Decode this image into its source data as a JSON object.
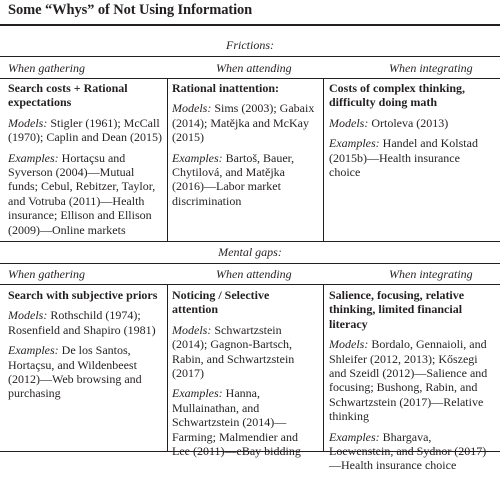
{
  "title": "Some “Whys” of Not Using Information",
  "sections": [
    {
      "heading": "Frictions:",
      "columns": [
        "When gathering",
        "When attending",
        "When integrating"
      ],
      "cells": [
        {
          "head": "Search costs + Rational expectations",
          "models_label": "Models:",
          "models": "Stigler (1961); McCall (1970); Caplin and Dean (2015)",
          "examples_label": "Examples:",
          "examples": "Hortaçsu and Syverson (2004)—Mutual funds; Cebul, Rebitzer, Taylor, and Votruba (2011)—Health insurance; Ellison and Ellison (2009)—Online markets"
        },
        {
          "head": "Rational inattention:",
          "models_label": "Models:",
          "models": "Sims (2003); Gabaix (2014); Matějka and McKay (2015)",
          "examples_label": "Examples:",
          "examples": "Bartoš, Bauer, Chytilová, and Matějka (2016)—Labor market discrimination"
        },
        {
          "head": "Costs of complex thinking, difficulty doing math",
          "models_label": "Models:",
          "models": "Ortoleva (2013)",
          "examples_label": "Examples:",
          "examples": "Handel and Kolstad (2015b)—Health insurance choice"
        }
      ]
    },
    {
      "heading": "Mental gaps:",
      "columns": [
        "When gathering",
        "When attending",
        "When integrating"
      ],
      "cells": [
        {
          "head": "Search with subjective priors",
          "models_label": "Models:",
          "models": "Rothschild (1974); Rosenfield and Shapiro (1981)",
          "examples_label": "Examples:",
          "examples": "De los Santos, Hortaçsu, and Wildenbeest (2012)—Web browsing and purchasing"
        },
        {
          "head": "Noticing / Selective attention",
          "models_label": "Models:",
          "models": "Schwartzstein (2014); Gagnon-Bartsch, Rabin, and Schwartzstein (2017)",
          "examples_label": "Examples:",
          "examples": "Hanna, Mullainathan, and Schwartzstein (2014)—Farming; Malmendier and Lee (2011)—eBay bidding"
        },
        {
          "head": "Salience, focusing, relative thinking, limited financial literacy",
          "models_label": "Models:",
          "models": "Bordalo, Gennaioli, and Shleifer (2012, 2013); Kőszegi and Szeidl (2012)—Salience and focusing; Bushong, Rabin, and Schwartzstein (2017)—Relative thinking",
          "examples_label": "Examples:",
          "examples": "Bhargava, Loewenstein, and Sydnor (2017)—Health insurance choice"
        }
      ]
    }
  ]
}
